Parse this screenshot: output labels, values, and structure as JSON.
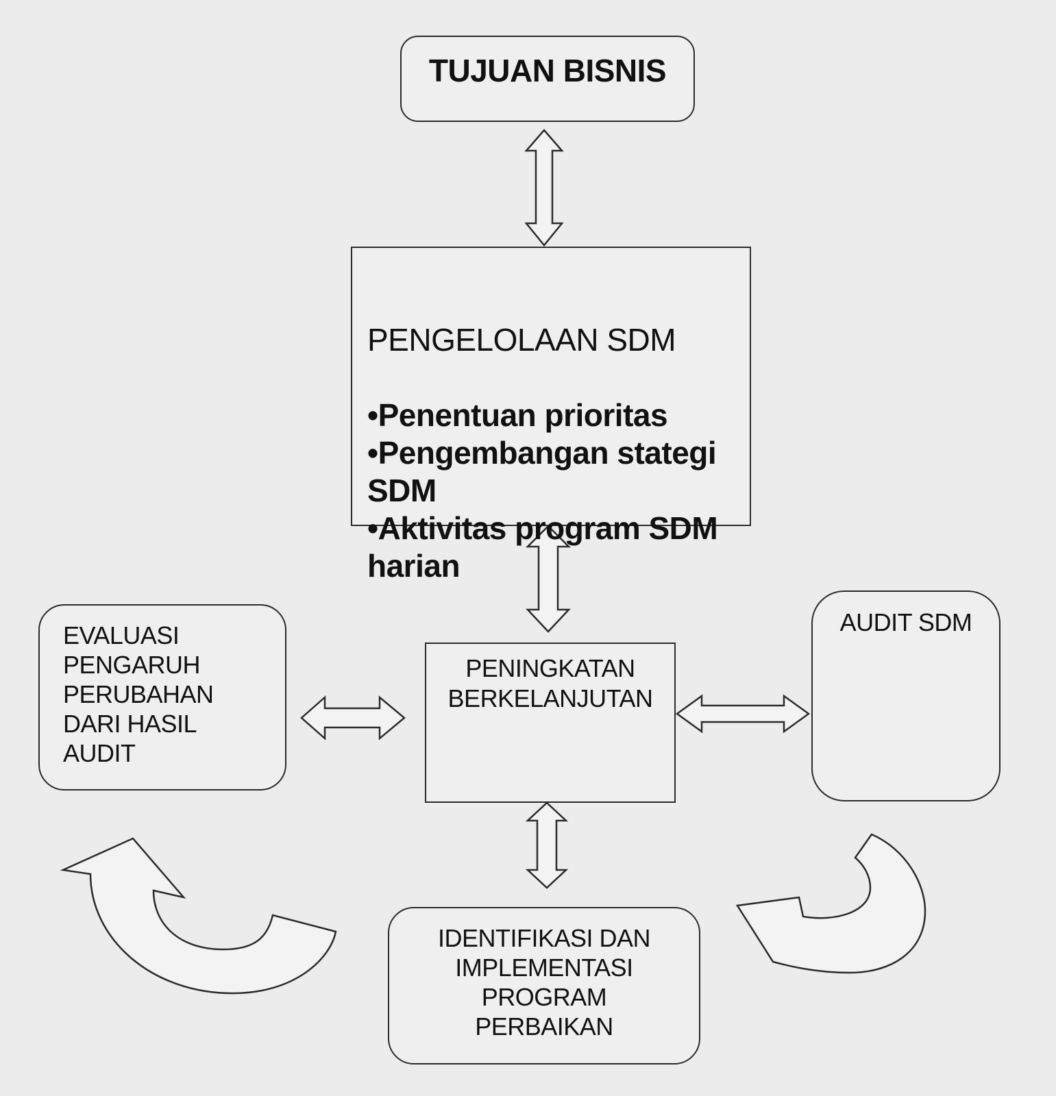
{
  "nodes": {
    "goal": {
      "label": "TUJUAN BISNIS"
    },
    "hrm": {
      "title": "PENGELOLAAN SDM",
      "items": "•Penentuan prioritas\n•Pengembangan stategi SDM\n•Aktivitas program SDM harian"
    },
    "continuous_improvement": {
      "label": "PENINGKATAN\nBERKELANJUTAN"
    },
    "evaluation": {
      "label": "EVALUASI\nPENGARUH\nPERUBAHAN\nDARI HASIL\nAUDIT"
    },
    "audit": {
      "label": "AUDIT SDM"
    },
    "identification": {
      "label": "IDENTIFIKASI DAN\nIMPLEMENTASI\nPROGRAM\nPERBAIKAN"
    }
  },
  "connectors": [
    {
      "from": "goal",
      "to": "hrm",
      "type": "double-arrow"
    },
    {
      "from": "hrm",
      "to": "continuous_improvement",
      "type": "double-arrow"
    },
    {
      "from": "evaluation",
      "to": "continuous_improvement",
      "type": "double-arrow"
    },
    {
      "from": "continuous_improvement",
      "to": "audit",
      "type": "double-arrow"
    },
    {
      "from": "continuous_improvement",
      "to": "identification",
      "type": "double-arrow"
    },
    {
      "from": "identification",
      "to": "evaluation",
      "type": "curved-arrow"
    },
    {
      "from": "audit",
      "to": "identification",
      "type": "curved-arrow"
    }
  ],
  "colors": {
    "background": "#ececec",
    "stroke": "#2b2b2b",
    "text": "#111111"
  }
}
